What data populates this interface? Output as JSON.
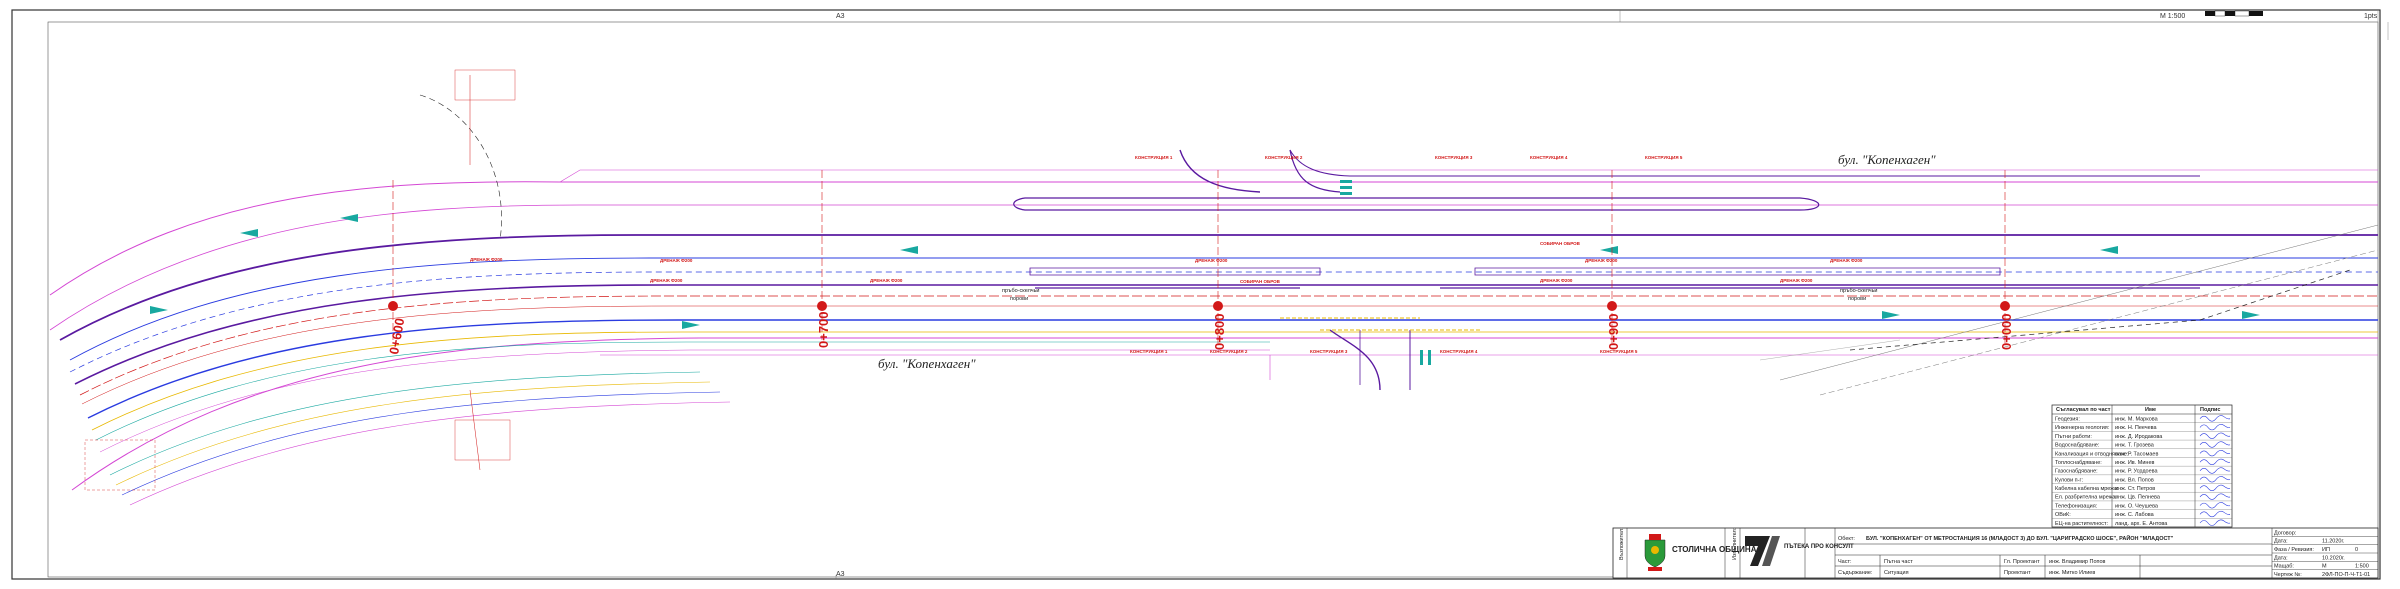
{
  "street_names": [
    "бул. \"Копенхаген\"",
    "бул. \"Копенхаген\""
  ],
  "chainages": [
    "0+600",
    "0+700",
    "0+800",
    "0+900",
    "0+000"
  ],
  "construction_labels": [
    "КОНСТРУКЦИЯ 1",
    "КОНСТРУКЦИЯ 2",
    "КОНСТРУКЦИЯ 3",
    "КОНСТРУКЦИЯ 4",
    "КОНСТРУКЦИЯ 5"
  ],
  "drainage_label": "ДРЕНАЖ Ф200",
  "open_trench_label": "СОБИРАН ОБРОВ",
  "trench_labels": [
    "пръбо-скелчьи",
    "пръбо-скелчьи"
  ],
  "trench_sub": "порови",
  "top_scale": "М 1:500",
  "top_sheet": "1pts",
  "margin_labels": [
    "А3",
    "А3"
  ],
  "approval": {
    "header": [
      "Съгласувал по част",
      "Име",
      "Подпис"
    ],
    "rows": [
      [
        "Геодезия:",
        "инж. М. Маркова"
      ],
      [
        "Инженерна геология:",
        "инж. Н. Пеечева"
      ],
      [
        "Пътни работи:",
        "инж. Д. Иродакова"
      ],
      [
        "Водоснабдяване:",
        "инж. Т. Грозева"
      ],
      [
        "Канализация и отводняване:",
        "инж. Р. Тасомаев"
      ],
      [
        "Топлоснабдяване:",
        "инж. Ив. Минев"
      ],
      [
        "Газоснабдяване:",
        "инж. Р. Усрдоева"
      ],
      [
        "Кулови п-г:",
        "инж. Вл. Попов"
      ],
      [
        "Кабелна кабелна мрежа:",
        "инж. Ст. Петров"
      ],
      [
        "Ел. разбрителна мрежа:",
        "инж. Цв. Пелнева"
      ],
      [
        "Телефонизация:",
        "инж. О. Чеушева"
      ],
      [
        "ОВиК:",
        "инж. С. Лабова"
      ],
      [
        "ЕЦ-на растителност:",
        "ланд. арх. Е. Антова"
      ]
    ]
  },
  "title_block": {
    "org": "СТОЛИЧНА ОБЩИНА",
    "firm": "ПЪТЕКА ПРО КОНСУЛТ",
    "left_vertical": "Възложител:",
    "mid_vertical": "Изпълнител:",
    "object_label": "Обект:",
    "object_text": "БУЛ. \"КОПЕНХАГЕН\" ОТ МЕТРОСТАНЦИЯ 16 (МЛАДОСТ 3) ДО БУЛ. \"ЦАРИГРАДСКО ШОСЕ\", РАЙОН \"МЛАДОСТ\"",
    "part_label": "Част:",
    "part_value": "Пътна част",
    "designer_label": "Гл. Проектант",
    "designer_name": "инж. Владимир Попов",
    "content_label": "Съдържание:",
    "content_value": "Ситуация",
    "designer2_label": "Проектант",
    "designer2_name": "инж. Митко Илиев",
    "right_rows": [
      [
        "Договор:",
        "",
        ""
      ],
      [
        "Дата:",
        "11.2020г.",
        ""
      ],
      [
        "Фаза / Ревизия:",
        "ИП",
        "0"
      ],
      [
        "Дата:",
        "10.2020г.",
        ""
      ],
      [
        "Мащаб:",
        "М",
        "1:500"
      ],
      [
        "Чертеж №:",
        "2ФЛ-ПО-П-Ч-Т1-01",
        ""
      ]
    ]
  },
  "colors": {
    "road_blue": "#2a3be0",
    "road_purple": "#5a1aa0",
    "magenta": "#d447d4",
    "red": "#d21818",
    "cyan": "#18a8a0",
    "yellow": "#e8b800"
  },
  "icons": [
    "coat-of-arms-icon",
    "firm-logo-icon",
    "scale-bar-icon"
  ]
}
